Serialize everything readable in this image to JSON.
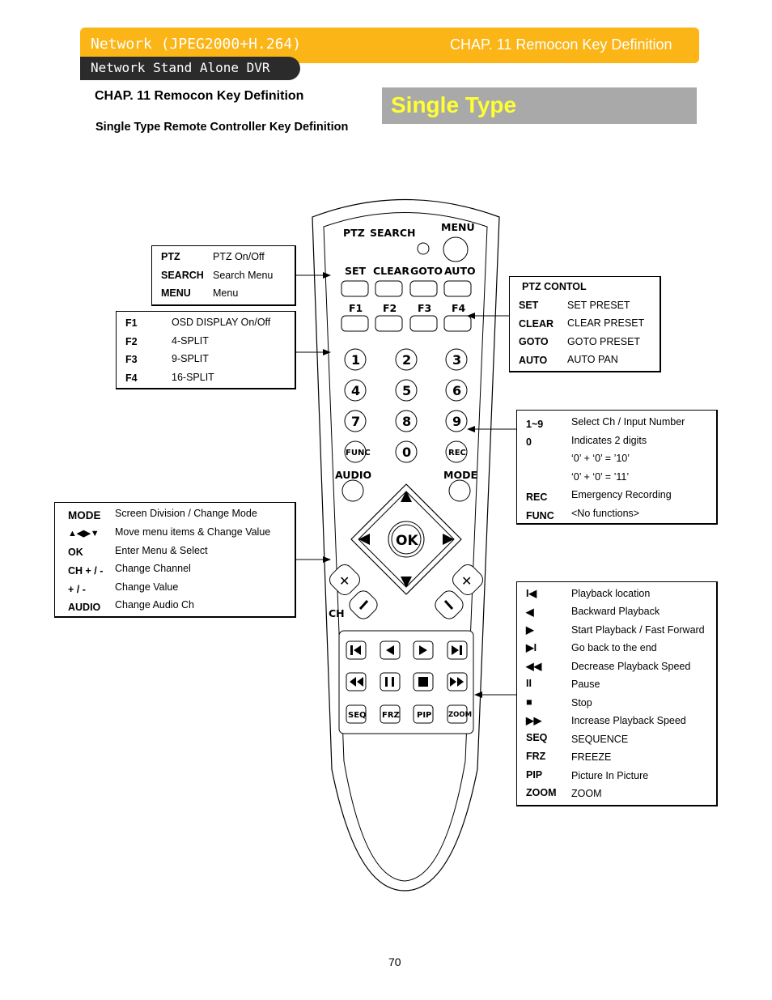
{
  "header": {
    "left": "Network (JPEG2000+H.264)",
    "right": "CHAP. 11  Remocon Key Definition",
    "sub": "Network Stand Alone DVR"
  },
  "chapter_title": "CHAP. 11   Remocon Key Definition",
  "subtitle": "Single Type Remote Controller Key Definition",
  "banner": "Single Type",
  "page_number": "70",
  "box_ptz": [
    {
      "k": "PTZ",
      "v": "PTZ On/Off"
    },
    {
      "k": "SEARCH",
      "v": "Search Menu"
    },
    {
      "k": "MENU",
      "v": "Menu"
    }
  ],
  "box_f": [
    {
      "k": "F1",
      "v": "OSD DISPLAY On/Off"
    },
    {
      "k": "F2",
      "v": "4-SPLIT"
    },
    {
      "k": "F3",
      "v": "9-SPLIT"
    },
    {
      "k": "F4",
      "v": "16-SPLIT"
    }
  ],
  "box_mode": [
    {
      "k": "MODE",
      "v": "Screen Division / Change Mode"
    },
    {
      "k": "▲◀▶▼",
      "v": "Move menu items & Change Value"
    },
    {
      "k": "OK",
      "v": "Enter Menu & Select"
    },
    {
      "k": "CH + / -",
      "v": "Change Channel"
    },
    {
      "k": "+ / -",
      "v": "Change Value"
    },
    {
      "k": "AUDIO",
      "v": "Change Audio Ch"
    }
  ],
  "box_ptzc": {
    "title": "PTZ CONTOL",
    "rows": [
      {
        "k": "SET",
        "v": "SET PRESET"
      },
      {
        "k": "CLEAR",
        "v": "CLEAR PRESET"
      },
      {
        "k": "GOTO",
        "v": "GOTO PRESET"
      },
      {
        "k": "AUTO",
        "v": "AUTO PAN"
      }
    ]
  },
  "box_num": [
    {
      "k": "1~9",
      "v": "Select Ch /  Input Number"
    },
    {
      "k": "0",
      "v": "Indicates 2 digits"
    },
    {
      "k": "",
      "v": "‘0’ + ‘0’ = ’10’"
    },
    {
      "k": "",
      "v": "‘0’ + ‘0’ = ’11’"
    },
    {
      "k": "REC",
      "v": "Emergency Recording"
    },
    {
      "k": "FUNC",
      "v": "<No functions>"
    }
  ],
  "box_play": [
    {
      "k": "I◀",
      "v": "Playback location"
    },
    {
      "k": "◀",
      "v": "Backward Playback"
    },
    {
      "k": "▶",
      "v": "Start Playback / Fast Forward"
    },
    {
      "k": "▶I",
      "v": "Go back to the end"
    },
    {
      "k": "◀◀",
      "v": "Decrease Playback Speed"
    },
    {
      "k": "II",
      "v": "Pause"
    },
    {
      "k": "■",
      "v": "Stop"
    },
    {
      "k": "▶▶",
      "v": "Increase Playback Speed"
    },
    {
      "k": "SEQ",
      "v": "SEQUENCE"
    },
    {
      "k": "FRZ",
      "v": "FREEZE"
    },
    {
      "k": "PIP",
      "v": "Picture In Picture"
    },
    {
      "k": "ZOOM",
      "v": "ZOOM"
    }
  ],
  "remote": {
    "ptz": "PTZ",
    "search": "SEARCH",
    "menu": "MENU",
    "set": "SET",
    "clear": "CLEAR",
    "goto": "GOTO",
    "auto": "AUTO",
    "f1": "F1",
    "f2": "F2",
    "f3": "F3",
    "f4": "F4",
    "digits": [
      "1",
      "2",
      "3",
      "4",
      "5",
      "6",
      "7",
      "8",
      "9"
    ],
    "func": "FUNC",
    "zero": "0",
    "rec": "REC",
    "audio": "AUDIO",
    "mode": "MODE",
    "ok": "OK",
    "ch": "CH",
    "seq": "SEQ",
    "frz": "FRZ",
    "pip": "PIP",
    "zoom": "ZOOM"
  }
}
